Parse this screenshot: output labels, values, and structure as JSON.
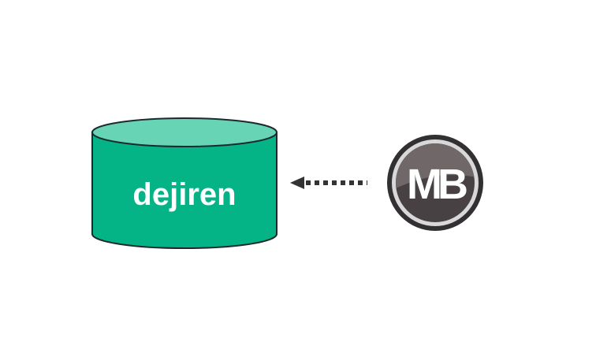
{
  "database": {
    "label": "dejiren",
    "body_color": "#04b386",
    "top_color": "#66d4b5",
    "outline_color": "#1c2a2e"
  },
  "logo": {
    "text": "MB"
  },
  "arrow": {
    "color": "#333333",
    "style": "dotted",
    "direction": "left"
  }
}
